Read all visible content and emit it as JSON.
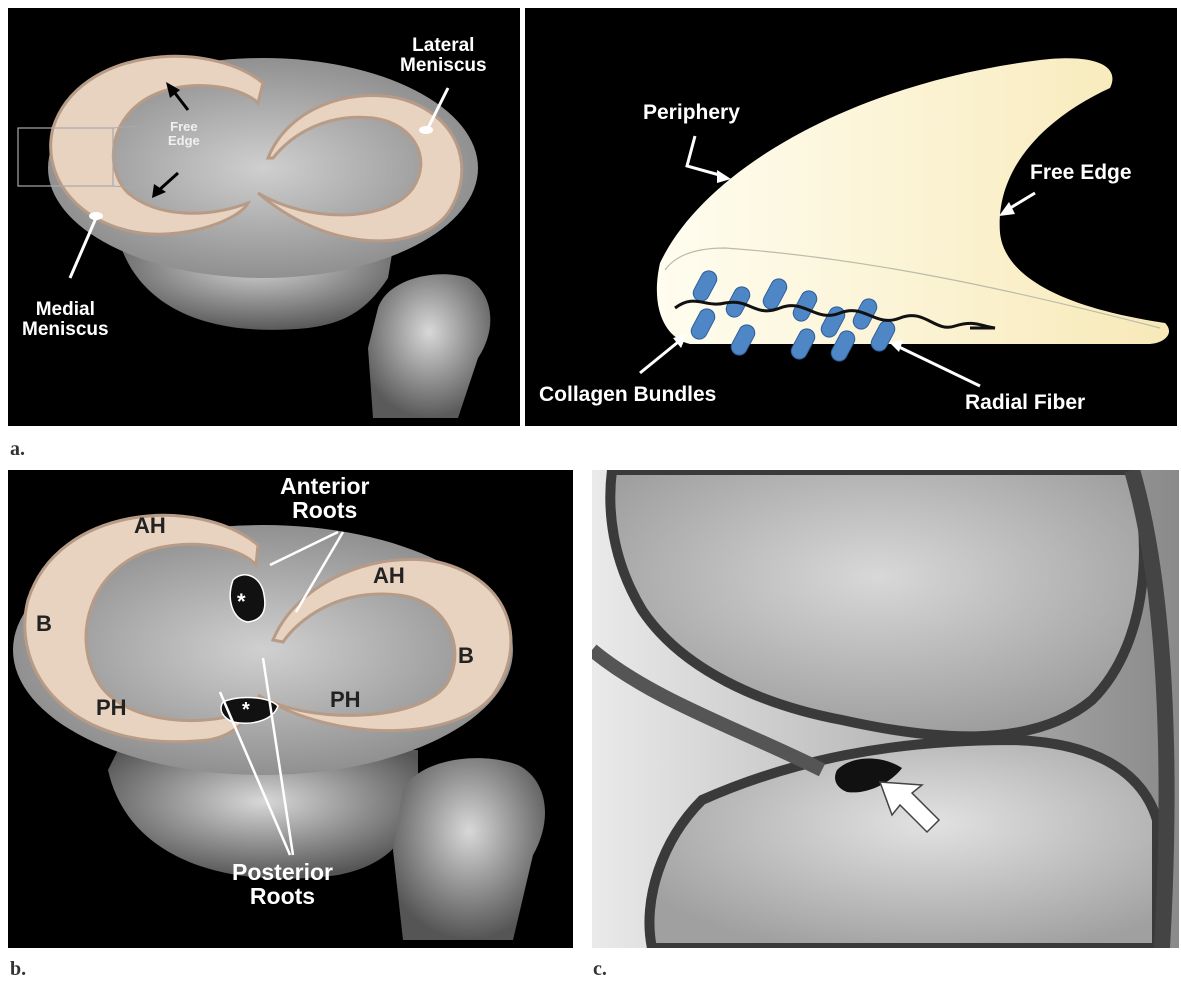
{
  "figure": {
    "panel_a_left": {
      "labels": {
        "lateral": "Lateral\nMeniscus",
        "medial": "Medial\nMeniscus",
        "free_edge": "Free\nEdge"
      }
    },
    "panel_a_right": {
      "labels": {
        "periphery": "Periphery",
        "free_edge": "Free Edge",
        "collagen": "Collagen Bundles",
        "radial": "Radial Fiber"
      }
    },
    "panel_b": {
      "labels": {
        "anterior_roots": "Anterior\nRoots",
        "posterior_roots": "Posterior\nRoots",
        "ah_left": "AH",
        "ah_right": "AH",
        "b_left": "B",
        "b_right": "B",
        "ph_left": "PH",
        "ph_right": "PH",
        "asterisk_top": "*",
        "asterisk_bottom": "*"
      }
    },
    "captions": {
      "a": "a.",
      "b": "b.",
      "c": "c."
    },
    "colors": {
      "meniscus": "#e8d2c0",
      "meniscus_shade": "#b79b86",
      "bone": "#8c8c8c",
      "diagram_fill": "#fdf7dc",
      "bundle": "#4f86c6",
      "background": "#000000"
    }
  }
}
